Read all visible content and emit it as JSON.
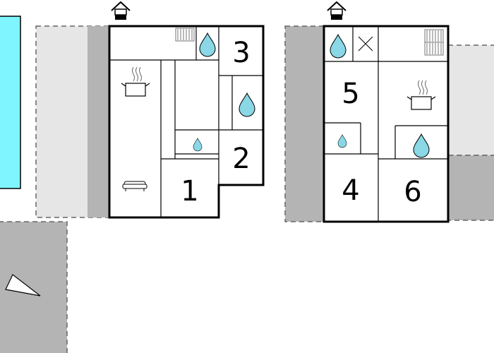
{
  "floorplan": {
    "colors": {
      "wall": "#000000",
      "pool": "#7ff6ff",
      "terrace_light": "#e6e6e6",
      "terrace_dark": "#b4b4b4",
      "water_drop": "#8ad7e6"
    },
    "rooms": [
      {
        "number": "1"
      },
      {
        "number": "2"
      },
      {
        "number": "3"
      },
      {
        "number": "4"
      },
      {
        "number": "5"
      },
      {
        "number": "6"
      }
    ],
    "icons": [
      "house-entrance-icon",
      "radiator-icon",
      "water-drop-icon",
      "cooking-pot-icon",
      "sofa-icon",
      "cross-icon",
      "compass-arrow-icon"
    ]
  }
}
